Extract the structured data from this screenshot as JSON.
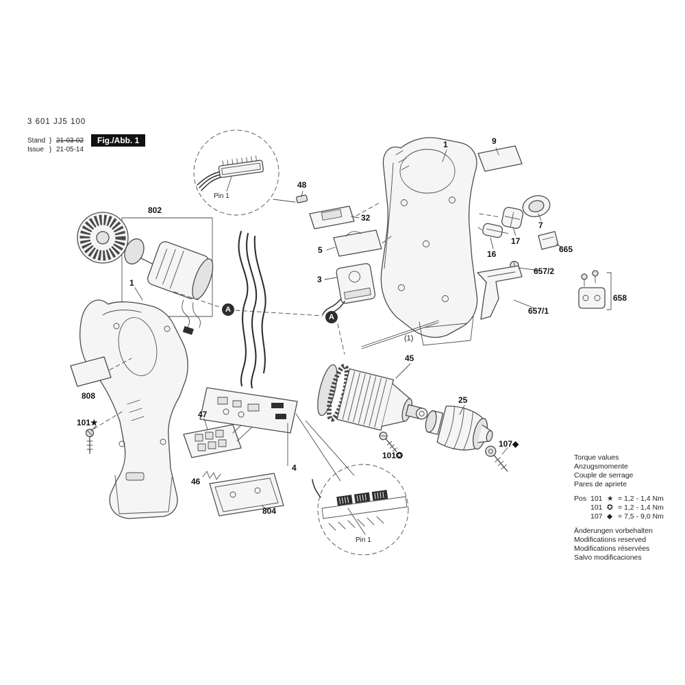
{
  "colors": {
    "line": "#4a4a4a",
    "figure_box_bg": "#111111",
    "figure_box_text": "#ffffff"
  },
  "header": {
    "part_number": "3 601 JJ5 100",
    "stand_label": "Stand",
    "issue_label": "Issue",
    "brace": "}",
    "stand_date": "21-03-02",
    "issue_date": "21-05-14",
    "figure_label": "Fig./Abb. 1"
  },
  "insets": {
    "top_pin_label": "Pin 1",
    "bottom_pin_label": "Pin 1"
  },
  "markers": {
    "assembly_letter": "A",
    "ref_paren": "(1)"
  },
  "callouts": {
    "armature_box": "802",
    "housing_left": "1",
    "housing_right": "1",
    "sticker_right": "9",
    "bearing_ring": "7",
    "gear_selector": "17",
    "button": "16",
    "clip": "665",
    "screw_belt": "657/2",
    "belt_hook": "657/1",
    "bit_holder": "658",
    "contact_piece": "48",
    "slider": "32",
    "switch_plate": "5",
    "switch": "3",
    "sticker_left": "808",
    "screw_housing": "101★",
    "electronics_module": "47",
    "spring": "46",
    "cover_plate": "804",
    "pcb": "4",
    "gearbox": "45",
    "chuck": "25",
    "screw_gearbox": "101✪",
    "screw_chuck": "107◆"
  },
  "torque": {
    "title_en": "Torque values",
    "title_de": "Anzugsmomente",
    "title_fr": "Couple de serrage",
    "title_es": "Pares de apriete",
    "pos_label": "Pos",
    "rows": [
      {
        "pos": "101",
        "symbol": "★",
        "value": "= 1,2 - 1,4 Nm"
      },
      {
        "pos": "101",
        "symbol": "✪",
        "value": "= 1,2 - 1,4 Nm"
      },
      {
        "pos": "107",
        "symbol": "◆",
        "value": "= 7,5 - 9,0 Nm"
      }
    ],
    "notice_de": "Änderungen vorbehalten",
    "notice_en": "Modifications reserved",
    "notice_fr": "Modifications réservées",
    "notice_es": "Salvo modificaciones"
  }
}
